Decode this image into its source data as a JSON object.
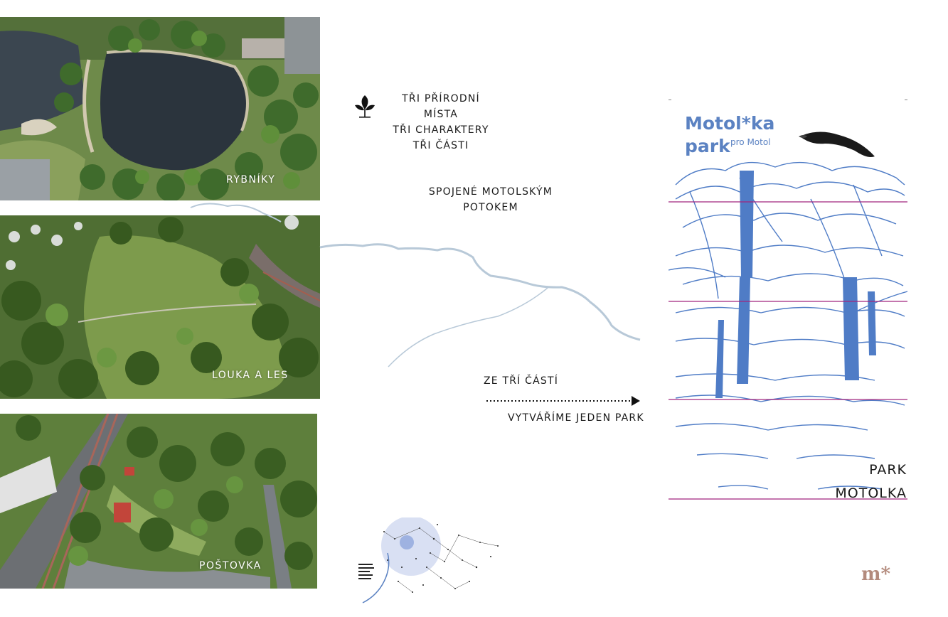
{
  "left_panels": {
    "ponds_label": "RYBNÍKY",
    "meadow_label": "LOUKA A LES",
    "postovka_label": "POŠTOVKA"
  },
  "intro": {
    "icon": "leaf-sprout-icon",
    "line1": "TŘI PŘÍRODNÍ MÍSTA",
    "line2": "TŘI CHARAKTERY",
    "line3": "TŘI ČÁSTI"
  },
  "stream": {
    "line1": "SPOJENÉ MOTOLSKÝM",
    "line2": "POTOKEM"
  },
  "flow": {
    "above": "ZE TŘÍ ČÁSTÍ",
    "below": "VYTVÁŘÍME JEDEN PARK",
    "arrow_icon": "dotted-arrow-right-icon"
  },
  "poster": {
    "brand_line1": "Motol*ka",
    "brand_line2": "park",
    "brand_sub": "pro Motol",
    "park_line1": "PARK",
    "park_line2": "MOTOLKA",
    "logo": "m*"
  },
  "colors": {
    "brand_blue": "#5b82c2",
    "guide_magenta": "#a0247e",
    "stream_blue": "#b8c9d8",
    "logo_brown": "#b38a7c"
  }
}
